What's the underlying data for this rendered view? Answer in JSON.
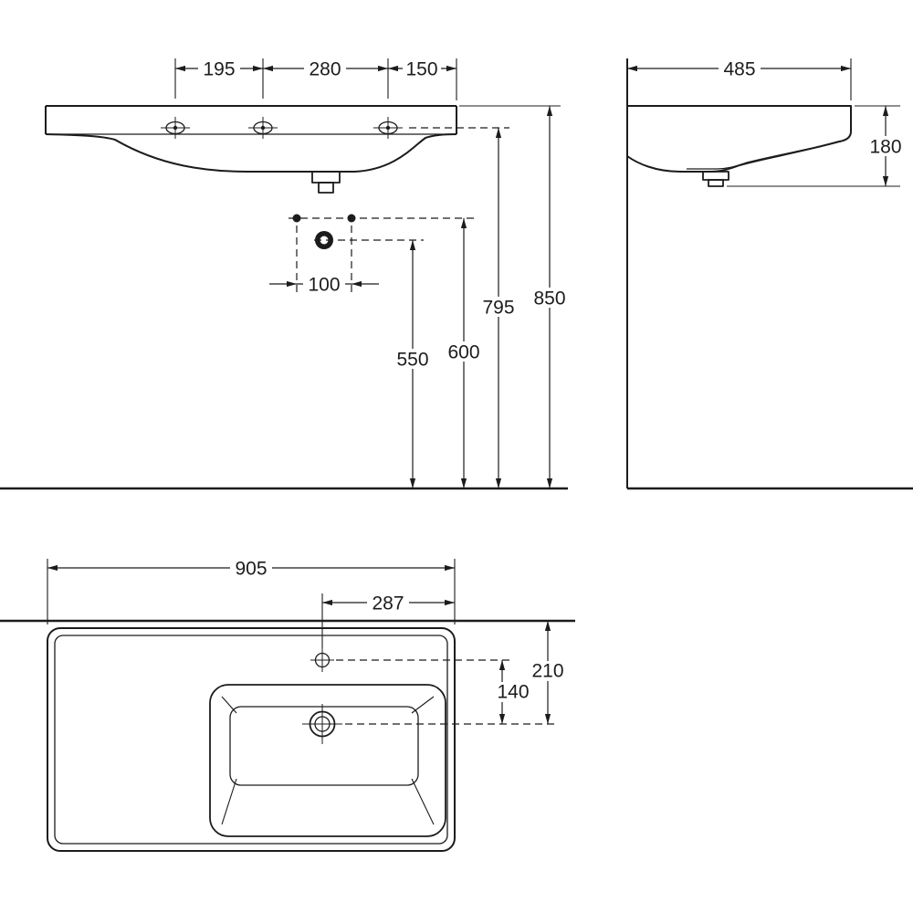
{
  "drawing": {
    "kind": "washbasin-technical-drawing",
    "background_color": "#ffffff",
    "line_color": "#1c1c1c"
  },
  "front_view": {
    "dims": {
      "hole_pitch_left": "195",
      "hole_pitch_center": "280",
      "hole_pitch_right": "150",
      "anchor_pitch": "100",
      "trap_height": "550",
      "anchor_height": "600",
      "holes_height": "795",
      "rim_height": "850"
    }
  },
  "side_view": {
    "dims": {
      "depth": "485",
      "basin_height": "180"
    }
  },
  "plan_view": {
    "dims": {
      "width": "905",
      "tap_offset": "287",
      "tap_to_drain": "140",
      "drain_offset": "210"
    }
  }
}
